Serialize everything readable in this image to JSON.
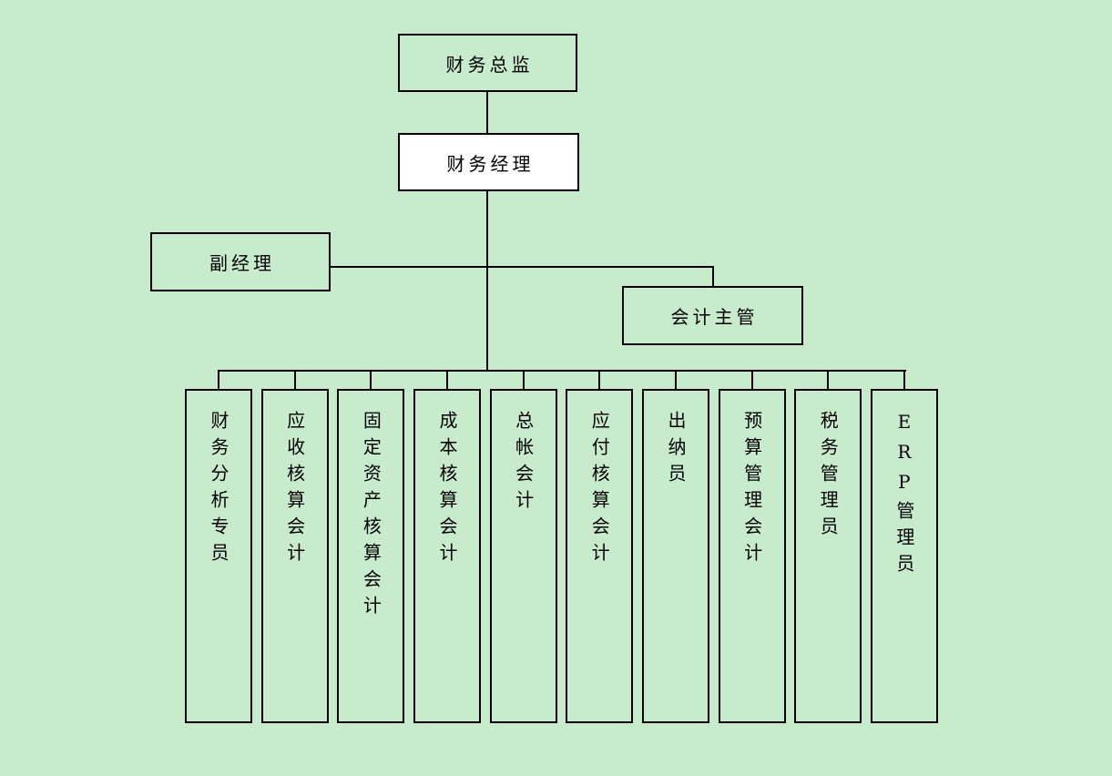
{
  "canvas": {
    "background_color": "#c9ebcd",
    "line_color": "#000000",
    "box_border_color": "#000000",
    "highlighted_box_fill": "#ffffff"
  },
  "org_chart": {
    "root": {
      "label": "财务总监"
    },
    "manager": {
      "label": "财务经理"
    },
    "deputy_manager": {
      "label": "副经理"
    },
    "accounting_supervisor": {
      "label": "会计主管"
    },
    "positions": [
      {
        "label": "财务分析专员"
      },
      {
        "label": "应收核算会计"
      },
      {
        "label": "固定资产核算会计"
      },
      {
        "label": "成本核算会计"
      },
      {
        "label": "总帐会计"
      },
      {
        "label": "应付核算会计"
      },
      {
        "label": "出纳员"
      },
      {
        "label": "预算管理会计"
      },
      {
        "label": "税务管理员"
      },
      {
        "label": "ERP管理员"
      }
    ]
  }
}
